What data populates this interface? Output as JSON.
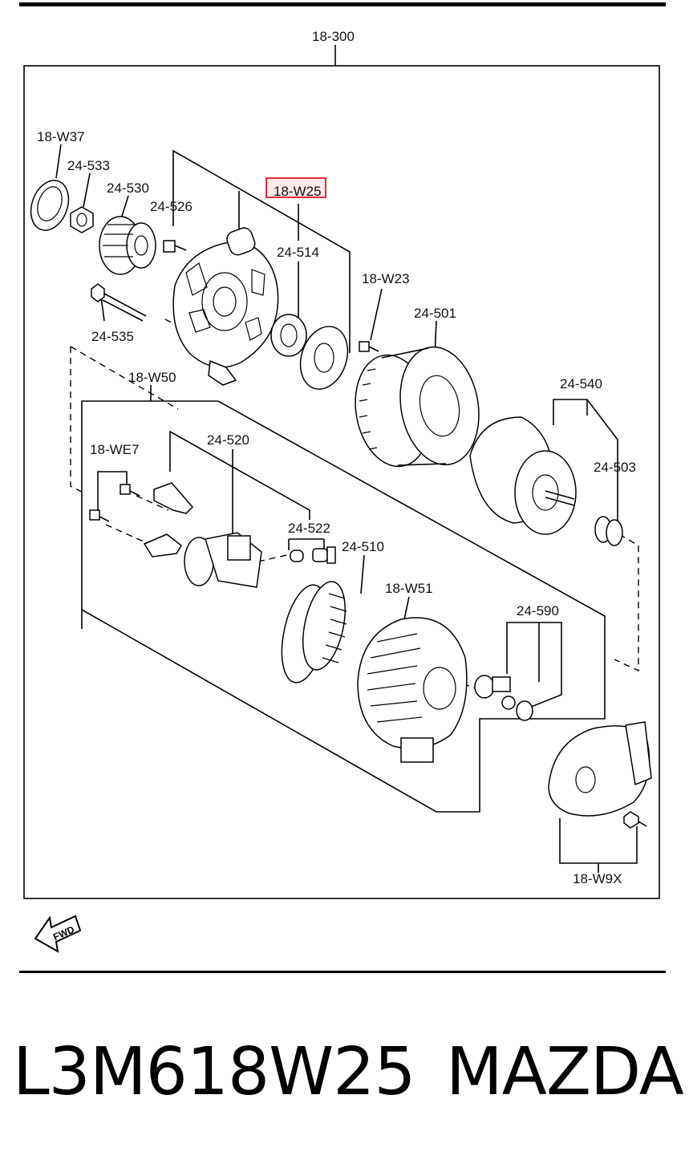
{
  "diagram": {
    "assembly_label": "18-300",
    "callouts": [
      {
        "id": "18-W37",
        "highlighted": false
      },
      {
        "id": "24-533",
        "highlighted": false
      },
      {
        "id": "24-530",
        "highlighted": false
      },
      {
        "id": "24-526",
        "highlighted": false
      },
      {
        "id": "18-W25",
        "highlighted": true
      },
      {
        "id": "24-514",
        "highlighted": false
      },
      {
        "id": "18-W23",
        "highlighted": false
      },
      {
        "id": "24-501",
        "highlighted": false
      },
      {
        "id": "24-535",
        "highlighted": false
      },
      {
        "id": "18-W50",
        "highlighted": false
      },
      {
        "id": "24-540",
        "highlighted": false
      },
      {
        "id": "18-WE7",
        "highlighted": false
      },
      {
        "id": "24-520",
        "highlighted": false
      },
      {
        "id": "24-503",
        "highlighted": false
      },
      {
        "id": "24-522",
        "highlighted": false
      },
      {
        "id": "24-510",
        "highlighted": false
      },
      {
        "id": "18-W51",
        "highlighted": false
      },
      {
        "id": "24-590",
        "highlighted": false
      },
      {
        "id": "18-W9X",
        "highlighted": false
      }
    ],
    "direction_marker": "FWD",
    "highlight_color": "#e0303a"
  },
  "footer": {
    "part_number": "L3M618W25",
    "brand": "MAZDA"
  }
}
